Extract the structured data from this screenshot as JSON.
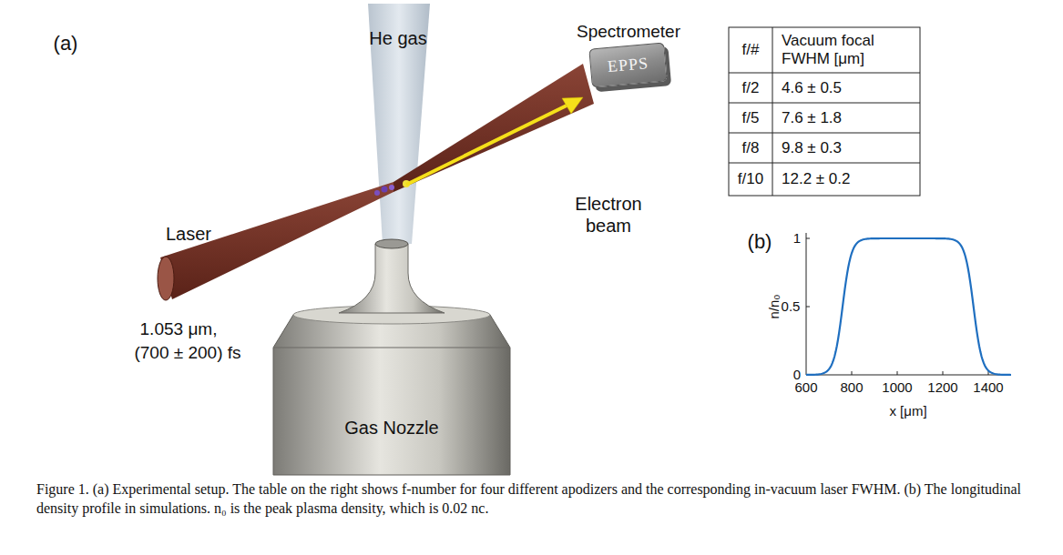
{
  "diagram": {
    "caption": "Figure 1. (a) Experimental setup. The table on the right shows f-number for four different apodizers and the corresponding in-vacuum laser FWHM. (b) The longitudinal density profile in simulations. n₀ is the peak plasma density, which is 0.02 nc.",
    "nodes": [
      {
        "text": [
          "Spectrometer",
          "EPPS"
        ]
      }
    ],
    "labels": [
      "(a)",
      "He gas",
      "Laser",
      "1.053 μm,",
      "(700 ± 200) fs",
      "Electron beam",
      "Gas Nozzle",
      "f/#",
      "Vacuum focal FWHM [μm]",
      "f/2",
      "4.6 ± 0.5",
      "f/5",
      "7.6 ± 1.8",
      "f/8",
      "9.8 ± 0.3",
      "f/10",
      "12.2 ± 0.2",
      "(b)",
      "1",
      "0.5",
      "0",
      "n/n₀",
      "600",
      "800",
      "1000",
      "1200",
      "1400",
      "x [μm]"
    ]
  }
}
